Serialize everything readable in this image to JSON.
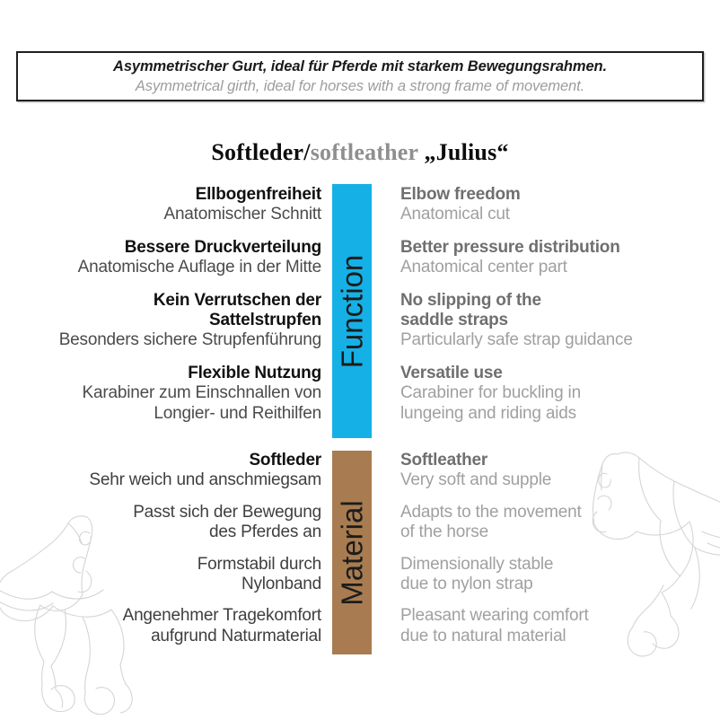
{
  "banner": {
    "german": "Asymmetrischer Gurt, ideal für Pferde mit starkem Bewegungsrahmen.",
    "english": "Asymmetrical girth, ideal for horses with a strong frame of movement."
  },
  "title": {
    "part_german": "Softleder/",
    "part_english": "softleather",
    "part_name": " „Julius“"
  },
  "colors": {
    "function_bar": "#15b0e6",
    "material_bar": "#a87c50",
    "heading_de": "#111111",
    "sub_de": "#4b4b4b",
    "heading_en": "#6f6f6f",
    "sub_en": "#a0a0a0",
    "banner_border": "#231f20"
  },
  "sections": [
    {
      "key": "function",
      "bar_label": "Function",
      "german": [
        {
          "heading": "Ellbogenfreiheit",
          "sub": [
            "Anatomischer Schnitt"
          ]
        },
        {
          "heading": "Bessere Druckverteilung",
          "sub": [
            "Anatomische Auflage in der Mitte"
          ]
        },
        {
          "heading": "Kein Verrutschen der\nSattelstrupfen",
          "sub": [
            "Besonders sichere Strupfenführung"
          ]
        },
        {
          "heading": "Flexible Nutzung",
          "sub": [
            "Karabiner zum Einschnallen von\nLongier- und Reithilfen"
          ]
        }
      ],
      "english": [
        {
          "heading": "Elbow freedom",
          "sub": [
            "Anatomical cut"
          ]
        },
        {
          "heading": "Better pressure distribution",
          "sub": [
            "Anatomical center part"
          ]
        },
        {
          "heading": "No slipping of the\nsaddle straps",
          "sub": [
            "Particularly safe strap guidance"
          ]
        },
        {
          "heading": "Versatile use",
          "sub": [
            "Carabiner for buckling in\nlungeing and riding aids"
          ]
        }
      ]
    },
    {
      "key": "material",
      "bar_label": "Material",
      "german": [
        {
          "heading": "Softleder",
          "sub": [
            "Sehr weich und anschmiegsam"
          ]
        },
        {
          "heading": "",
          "sub": [
            "Passt sich der Bewegung\ndes Pferdes an"
          ]
        },
        {
          "heading": "",
          "sub": [
            "Formstabil durch\nNylonband"
          ]
        },
        {
          "heading": "",
          "sub": [
            "Angenehmer Tragekomfort\naufgrund Naturmaterial"
          ]
        }
      ],
      "english": [
        {
          "heading": "Softleather",
          "sub": [
            "Very soft and supple"
          ]
        },
        {
          "heading": "",
          "sub": [
            "Adapts to the movement\nof the horse"
          ]
        },
        {
          "heading": "",
          "sub": [
            "Dimensionally stable\ndue to nylon strap"
          ]
        },
        {
          "heading": "",
          "sub": [
            "Pleasant wearing comfort\ndue to natural material"
          ]
        }
      ]
    }
  ],
  "decorations": {
    "horse_left": "horse-line-drawing-icon",
    "horse_right": "horse-line-drawing-icon"
  }
}
